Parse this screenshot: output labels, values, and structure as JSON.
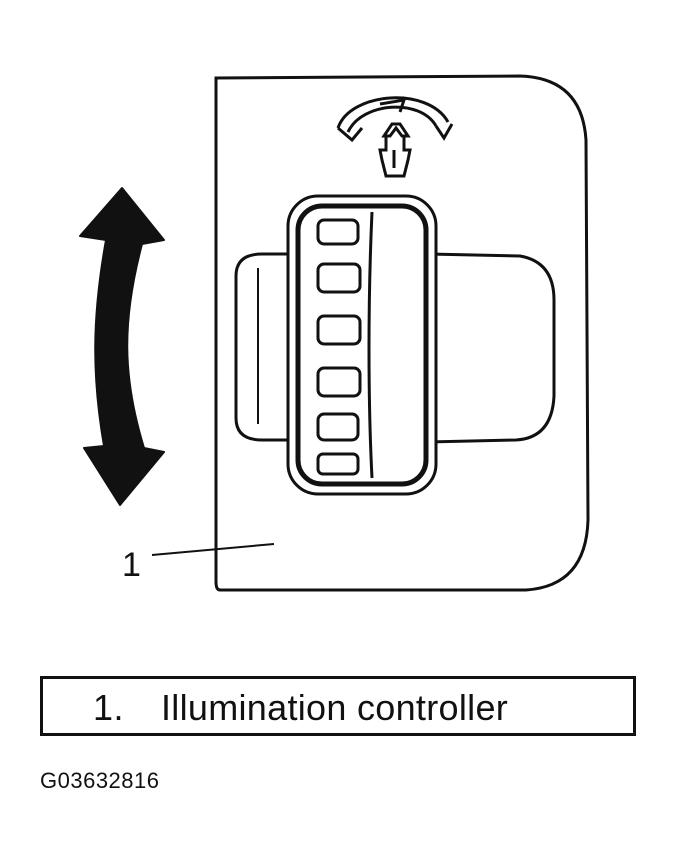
{
  "diagram": {
    "callout_number": "1",
    "icons": {
      "illumination_symbol": "headlight-adjust-icon",
      "arrow": "double-headed-arrow-icon"
    },
    "stroke_color": "#111111",
    "fill_color": "#ffffff"
  },
  "legend": {
    "items": [
      {
        "number": "1.",
        "label": "Illumination controller"
      }
    ]
  },
  "figure_id": "G03632816"
}
